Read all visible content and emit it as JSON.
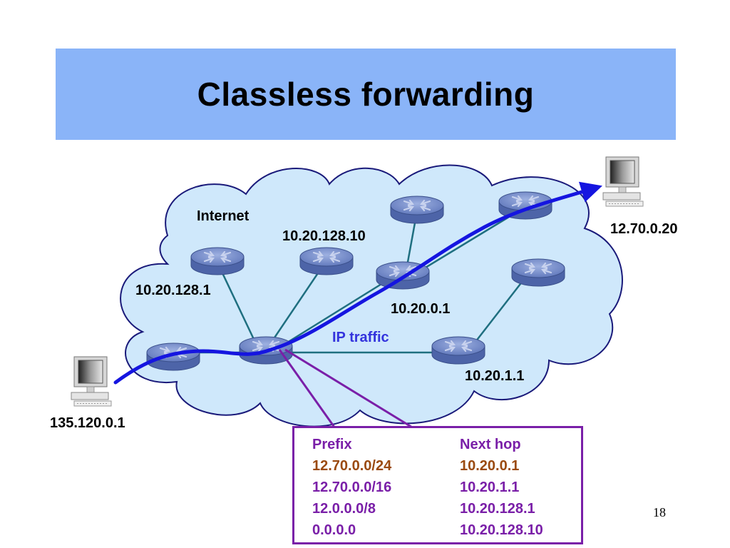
{
  "slide": {
    "title": "Classless forwarding",
    "page_number": "18"
  },
  "diagram": {
    "cloud_label": "Internet",
    "traffic_label": "IP traffic",
    "router_labels": {
      "r_128_1": "10.20.128.1",
      "r_128_10": "10.20.128.10",
      "r_0_1": "10.20.0.1",
      "r_1_1": "10.20.1.1"
    },
    "host_labels": {
      "source": "135.120.0.1",
      "destination": "12.70.0.20"
    }
  },
  "forwarding_table": {
    "headers": {
      "prefix": "Prefix",
      "next_hop": "Next hop"
    },
    "rows": [
      {
        "prefix": "12.70.0.0/24",
        "next_hop": "10.20.0.1",
        "highlight": true
      },
      {
        "prefix": "12.70.0.0/16",
        "next_hop": "10.20.1.1",
        "highlight": false
      },
      {
        "prefix": "12.0.0.0/8",
        "next_hop": "10.20.128.1",
        "highlight": false
      },
      {
        "prefix": "0.0.0.0",
        "next_hop": "10.20.128.10",
        "highlight": false
      }
    ]
  },
  "colors": {
    "title_band": "#8ab4f8",
    "cloud_fill": "#cfe8fb",
    "cloud_stroke": "#1a1a7a",
    "router_fill": "#6f86c4",
    "link": "#1f6f80",
    "traffic_arrow": "#1515e0",
    "callout": "#7a1fa8",
    "highlight_text": "#9a4a10",
    "label_blue": "#3333dd"
  }
}
